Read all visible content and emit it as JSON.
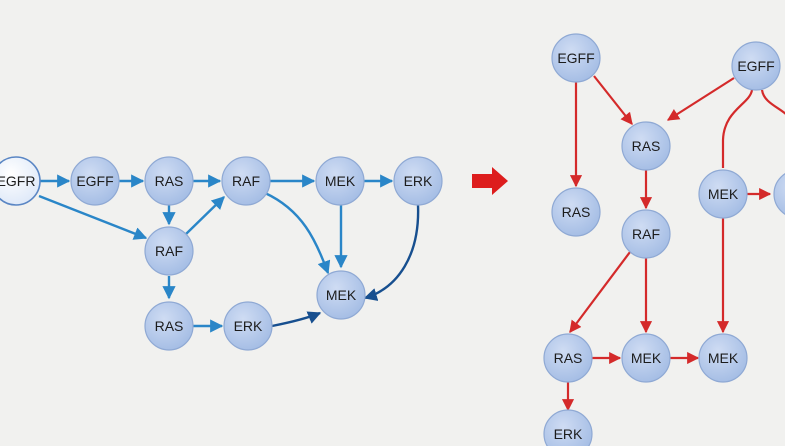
{
  "colors": {
    "background": "#f1f1ef",
    "node_fill": "#a9c1e6",
    "node_highlight": "#c9d9f2",
    "node_stroke": "#8fa9d4",
    "source_node_fill": "#e6eefa",
    "source_node_stroke": "#5a86c4",
    "edge_blue": "#2a86c8",
    "edge_dark_blue": "#174f8f",
    "edge_red": "#d42a2a",
    "transition_arrow": "#dd1d1d"
  },
  "left_graph": {
    "nodes": [
      {
        "id": "L1",
        "label": "EGFR"
      },
      {
        "id": "L2",
        "label": "EGFF"
      },
      {
        "id": "L3",
        "label": "RAS"
      },
      {
        "id": "L4",
        "label": "RAF"
      },
      {
        "id": "L5",
        "label": "MEK"
      },
      {
        "id": "L6",
        "label": "ERK"
      },
      {
        "id": "L7",
        "label": "RAF"
      },
      {
        "id": "L8",
        "label": "MEK"
      },
      {
        "id": "L9",
        "label": "RAS"
      },
      {
        "id": "L10",
        "label": "ERK"
      }
    ],
    "edges": [
      {
        "from": "L1",
        "to": "L2"
      },
      {
        "from": "L2",
        "to": "L3"
      },
      {
        "from": "L3",
        "to": "L4"
      },
      {
        "from": "L4",
        "to": "L5"
      },
      {
        "from": "L5",
        "to": "L6"
      },
      {
        "from": "L1",
        "to": "L7"
      },
      {
        "from": "L3",
        "to": "L7"
      },
      {
        "from": "L7",
        "to": "L4"
      },
      {
        "from": "L7",
        "to": "L9"
      },
      {
        "from": "L9",
        "to": "L10"
      },
      {
        "from": "L10",
        "to": "L8"
      },
      {
        "from": "L5",
        "to": "L8"
      },
      {
        "from": "L4",
        "to": "L8"
      },
      {
        "from": "L6",
        "to": "L8"
      }
    ]
  },
  "right_graph": {
    "nodes": [
      {
        "id": "R1",
        "label": "EGFF"
      },
      {
        "id": "R2",
        "label": "EGFF"
      },
      {
        "id": "R3",
        "label": "RAS"
      },
      {
        "id": "R4",
        "label": "RAS"
      },
      {
        "id": "R5",
        "label": "RAF"
      },
      {
        "id": "R6",
        "label": "MEK"
      },
      {
        "id": "R7",
        "label": "RAS"
      },
      {
        "id": "R8",
        "label": "MEK"
      },
      {
        "id": "R9",
        "label": "MEK"
      },
      {
        "id": "R10",
        "label": "ERK"
      },
      {
        "id": "R11",
        "label": ""
      }
    ],
    "edges": [
      {
        "from": "R1",
        "to": "R4"
      },
      {
        "from": "R1",
        "to": "R3"
      },
      {
        "from": "R2",
        "to": "R3"
      },
      {
        "from": "R3",
        "to": "R5"
      },
      {
        "from": "R5",
        "to": "R7"
      },
      {
        "from": "R5",
        "to": "R8"
      },
      {
        "from": "R7",
        "to": "R8"
      },
      {
        "from": "R8",
        "to": "R9"
      },
      {
        "from": "R7",
        "to": "R10"
      },
      {
        "from": "R2",
        "to": "R6"
      },
      {
        "from": "R6",
        "to": "R9"
      },
      {
        "from": "R6",
        "to": "R11"
      },
      {
        "from": "R2",
        "to": "R11"
      }
    ]
  }
}
